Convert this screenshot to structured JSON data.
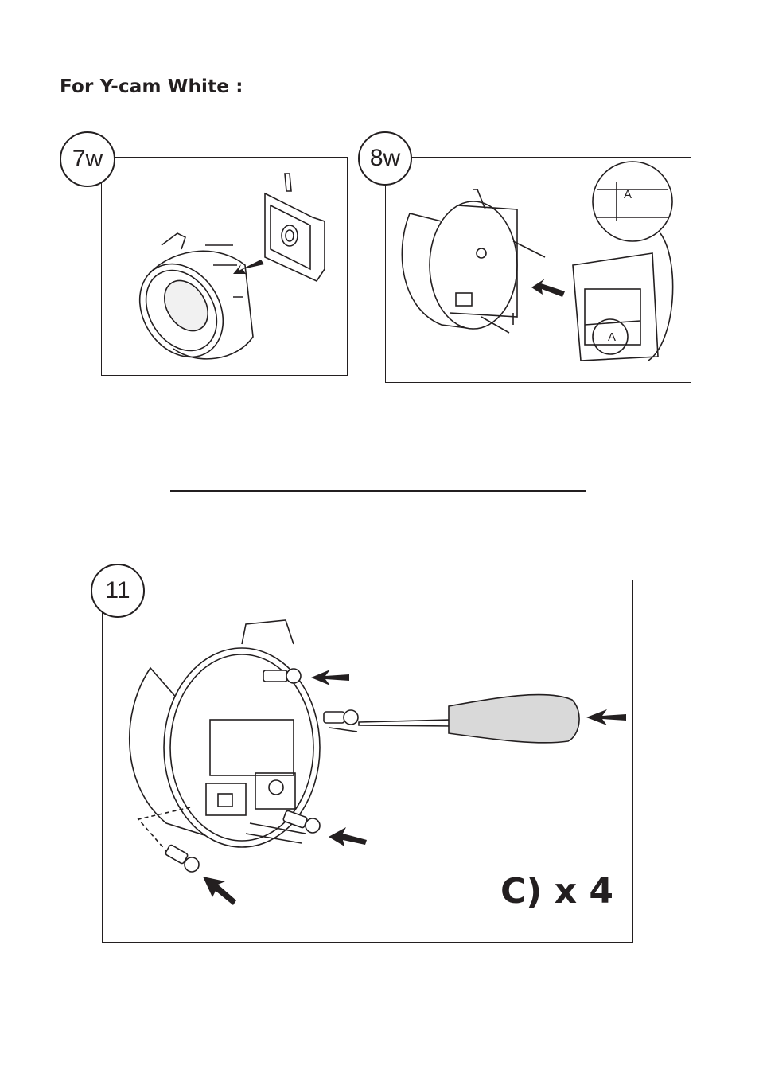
{
  "heading": "For Y-cam White :",
  "steps": [
    {
      "id": "7w",
      "label": "7w"
    },
    {
      "id": "8w",
      "label": "8w",
      "detail_label": "A"
    },
    {
      "id": "11",
      "label": "11",
      "quantity": "C) x 4"
    }
  ],
  "colors": {
    "ink": "#231f20",
    "handle": "#d9d9d9"
  }
}
